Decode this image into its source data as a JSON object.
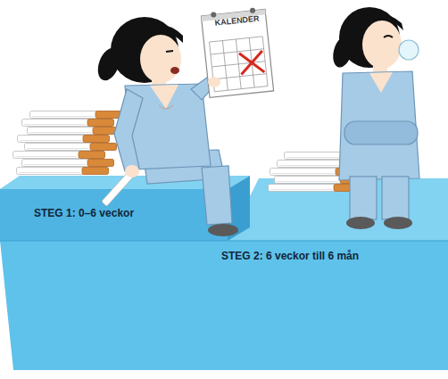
{
  "diagram": {
    "nodes": [
      {
        "text": [
          "KALENDER"
        ]
      },
      {
        "text": [
          "STEG 1: 0–6 veckor"
        ]
      },
      {
        "text": [
          "STEG 2: 6 veckor till 6 mån"
        ]
      }
    ]
  }
}
